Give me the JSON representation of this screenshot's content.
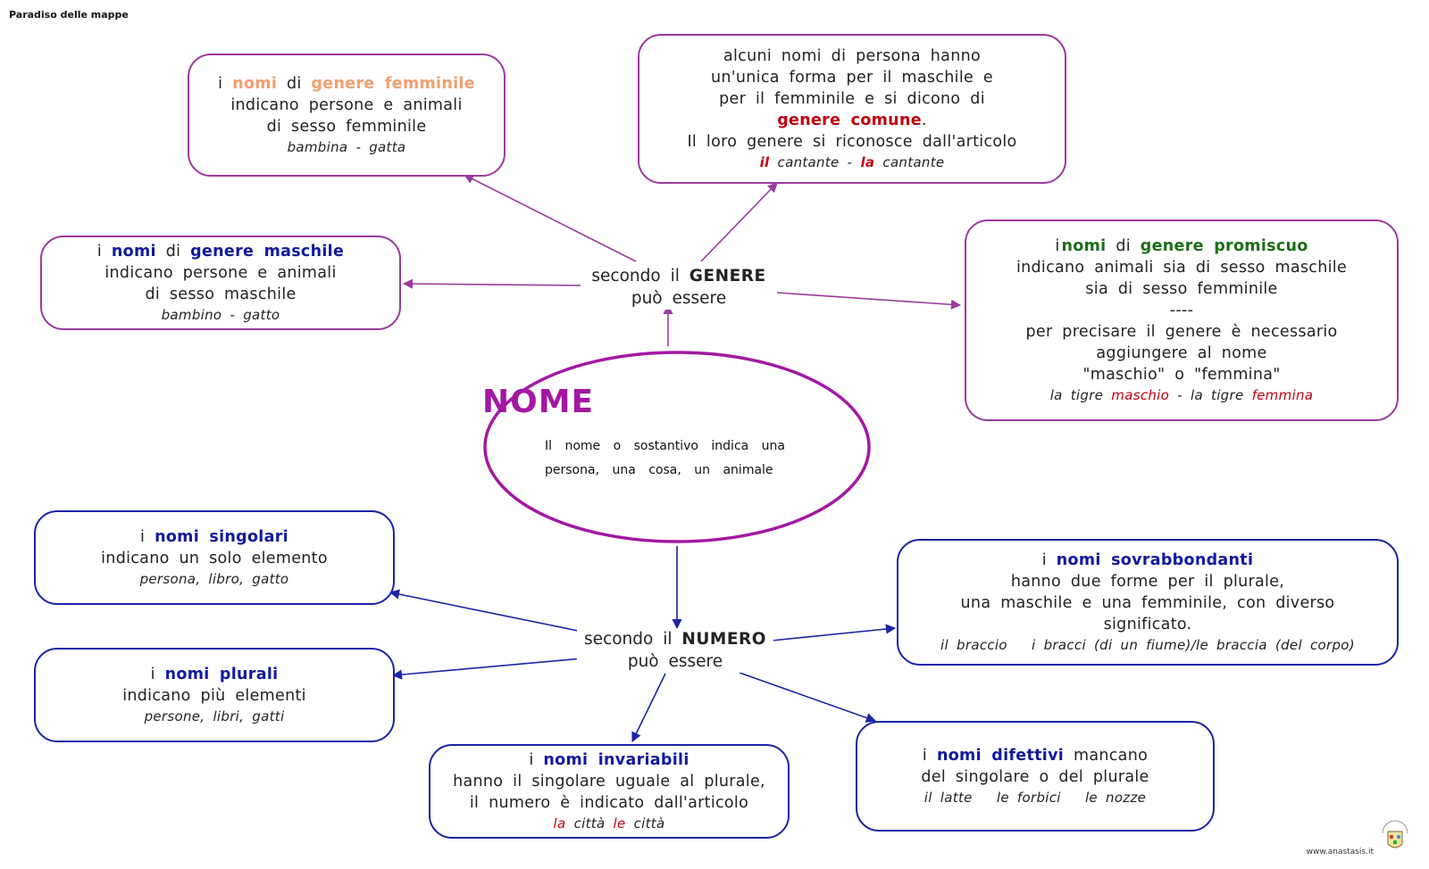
{
  "header": {
    "title": "Paradiso delle mappe"
  },
  "footer": {
    "site": "www.anastasis.it"
  },
  "colors": {
    "genere_border": "#9b3a9e",
    "numero_border": "#1a24a6",
    "title_purple": "#a318a3",
    "accent_blue": "#101a9e",
    "accent_red": "#c0000f",
    "accent_green": "#1c6e18",
    "accent_peach": "#f0a070"
  },
  "center": {
    "title": "NOME",
    "definition": "Il nome o sostantivo indica una persona, una cosa, un animale"
  },
  "genere_hub": {
    "prefix": "secondo il",
    "keyword": "GENERE",
    "suffix": "può essere"
  },
  "numero_hub": {
    "prefix": "secondo il",
    "keyword": "NUMERO",
    "suffix": "può essere"
  },
  "femminile": {
    "i": "i",
    "nomi": "nomi",
    "di": "di",
    "term": "genere femminile",
    "line2": "indicano persone e animali",
    "line3": "di sesso femminile",
    "example": "bambina - gatta"
  },
  "maschile": {
    "i": "i",
    "nomi": "nomi",
    "di": "di",
    "term": "genere maschile",
    "line2": "indicano persone e animali",
    "line3": "di sesso maschile",
    "example": "bambino - gatto"
  },
  "comune": {
    "line1": "alcuni nomi di persona hanno",
    "line2": "un'unica forma per il maschile e",
    "line3": "per il femminile e si dicono di",
    "term": "genere comune",
    "dot": ".",
    "line5": "Il loro genere si riconosce dall'articolo",
    "ex_art1": "il",
    "ex_word1": "cantante -",
    "ex_art2": "la",
    "ex_word2": "cantante"
  },
  "promiscuo": {
    "i": "i",
    "nomi": "nomi",
    "di": "di",
    "term": "genere promiscuo",
    "line2": "indicano animali sia di sesso maschile",
    "line3": "sia di sesso femminile",
    "sep": "----",
    "line5": "per precisare il genere è necessario",
    "line6": "aggiungere al nome",
    "line7": "\"maschio\" o \"femmina\"",
    "ex_a": "la tigre",
    "ex_b": "maschio",
    "ex_c": "- la tigre",
    "ex_d": "femmina"
  },
  "singolari": {
    "i": "i",
    "term": "nomi singolari",
    "line2": "indicano un solo elemento",
    "example": "persona, libro, gatto"
  },
  "plurali": {
    "i": "i",
    "term": "nomi plurali",
    "line2": "indicano più elementi",
    "example": "persone, libri, gatti"
  },
  "invariabili": {
    "i": "i",
    "term": "nomi invariabili",
    "line2": "hanno il singolare uguale al plurale,",
    "line3": "il numero è indicato dall'articolo",
    "ex_art1": "la",
    "ex_word1": "città",
    "ex_art2": "le",
    "ex_word2": "città"
  },
  "difettivi": {
    "i": "i",
    "term": "nomi difettivi",
    "rest": "mancano",
    "line2": "del singolare o del plurale",
    "example": "il latte   le forbici   le nozze"
  },
  "sovrabbondanti": {
    "i": "i",
    "term": "nomi sovrabbondanti",
    "line2": "hanno due forme per il plurale,",
    "line3": "una maschile e una femminile, con diverso",
    "line4": "significato.",
    "example": "il braccio   i bracci (di un fiume)/le braccia (del corpo)"
  }
}
